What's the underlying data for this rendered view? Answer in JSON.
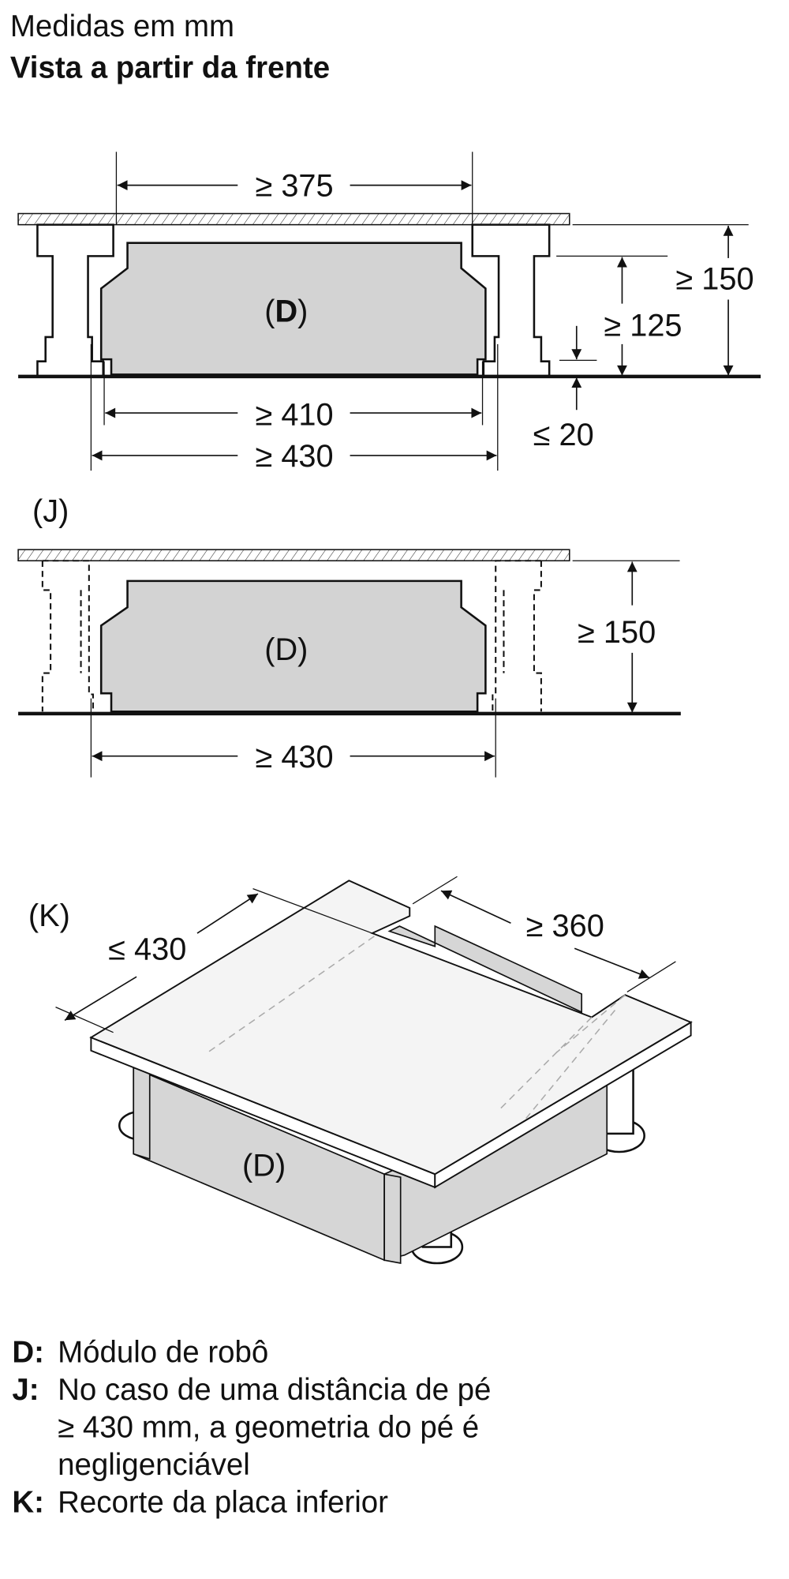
{
  "header": {
    "units": "Medidas em mm",
    "view": "Vista a partir da frente"
  },
  "front_view": {
    "module_label_open": "(",
    "module_label": "D",
    "module_label_close": ")",
    "dim_top": "≥ 375",
    "dim_height_total": "≥ 150",
    "dim_height_module": "≥ 125",
    "dim_gap": "≤ 20",
    "dim_inner": "≥ 410",
    "dim_outer": "≥ 430"
  },
  "view_j": {
    "label": "(J)",
    "module_label": "(D)",
    "dim_height": "≥ 150",
    "dim_width": "≥ 430"
  },
  "view_k": {
    "label": "(K)",
    "module_label": "(D)",
    "dim_depth": "≤ 430",
    "dim_cutout": "≥ 360"
  },
  "legend": [
    {
      "key": "D:",
      "lines": [
        "Módulo de robô"
      ]
    },
    {
      "key": "J:",
      "lines": [
        "No caso de uma distância de pé",
        "≥ 430 mm, a geometria do pé é",
        "negligenciável"
      ]
    },
    {
      "key": "K:",
      "lines": [
        "Recorte da placa inferior"
      ]
    }
  ]
}
